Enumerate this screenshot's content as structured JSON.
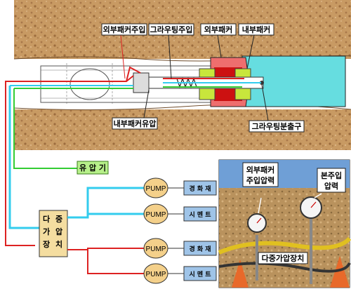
{
  "labels": {
    "outer_packer_injection": "외부패커주입",
    "grouting_injection": "그라우팅주입",
    "outer_packer": "외부패커",
    "inner_packer": "내부패커",
    "inner_packer_oil_pressure": "내부패커유압",
    "grouting_outlet": "그라우팅분출구",
    "oil_pressure_unit": "유 압 기",
    "multi_pressure_device": [
      "다",
      "중",
      "가",
      "압",
      "장",
      "치"
    ],
    "photo_outer_packer_pressure": [
      "외부패커",
      "주입압력"
    ],
    "photo_main_injection_pressure": [
      "본주입",
      "압력"
    ],
    "photo_multi_pressure_device": "다중가압장치"
  },
  "pumps": [
    {
      "label": "PUMP",
      "material": "경 화 재"
    },
    {
      "label": "PUMP",
      "material": "시 멘 트"
    },
    {
      "label": "PUMP",
      "material": "경 화 재"
    },
    {
      "label": "PUMP",
      "material": "시 멘 트"
    }
  ],
  "colors": {
    "soil": "#c89a63",
    "green_line": "#33cc33",
    "cyan_line": "#33ccee",
    "red_line": "#dd2222",
    "outer_packer": "#ee6e6e",
    "inner_packer": "#c8e63c",
    "grout_zone": "#66dde0",
    "pump_fill": "#f4d08a",
    "device_fill": "#f4dda0",
    "material_box": "#9fc4e8"
  }
}
